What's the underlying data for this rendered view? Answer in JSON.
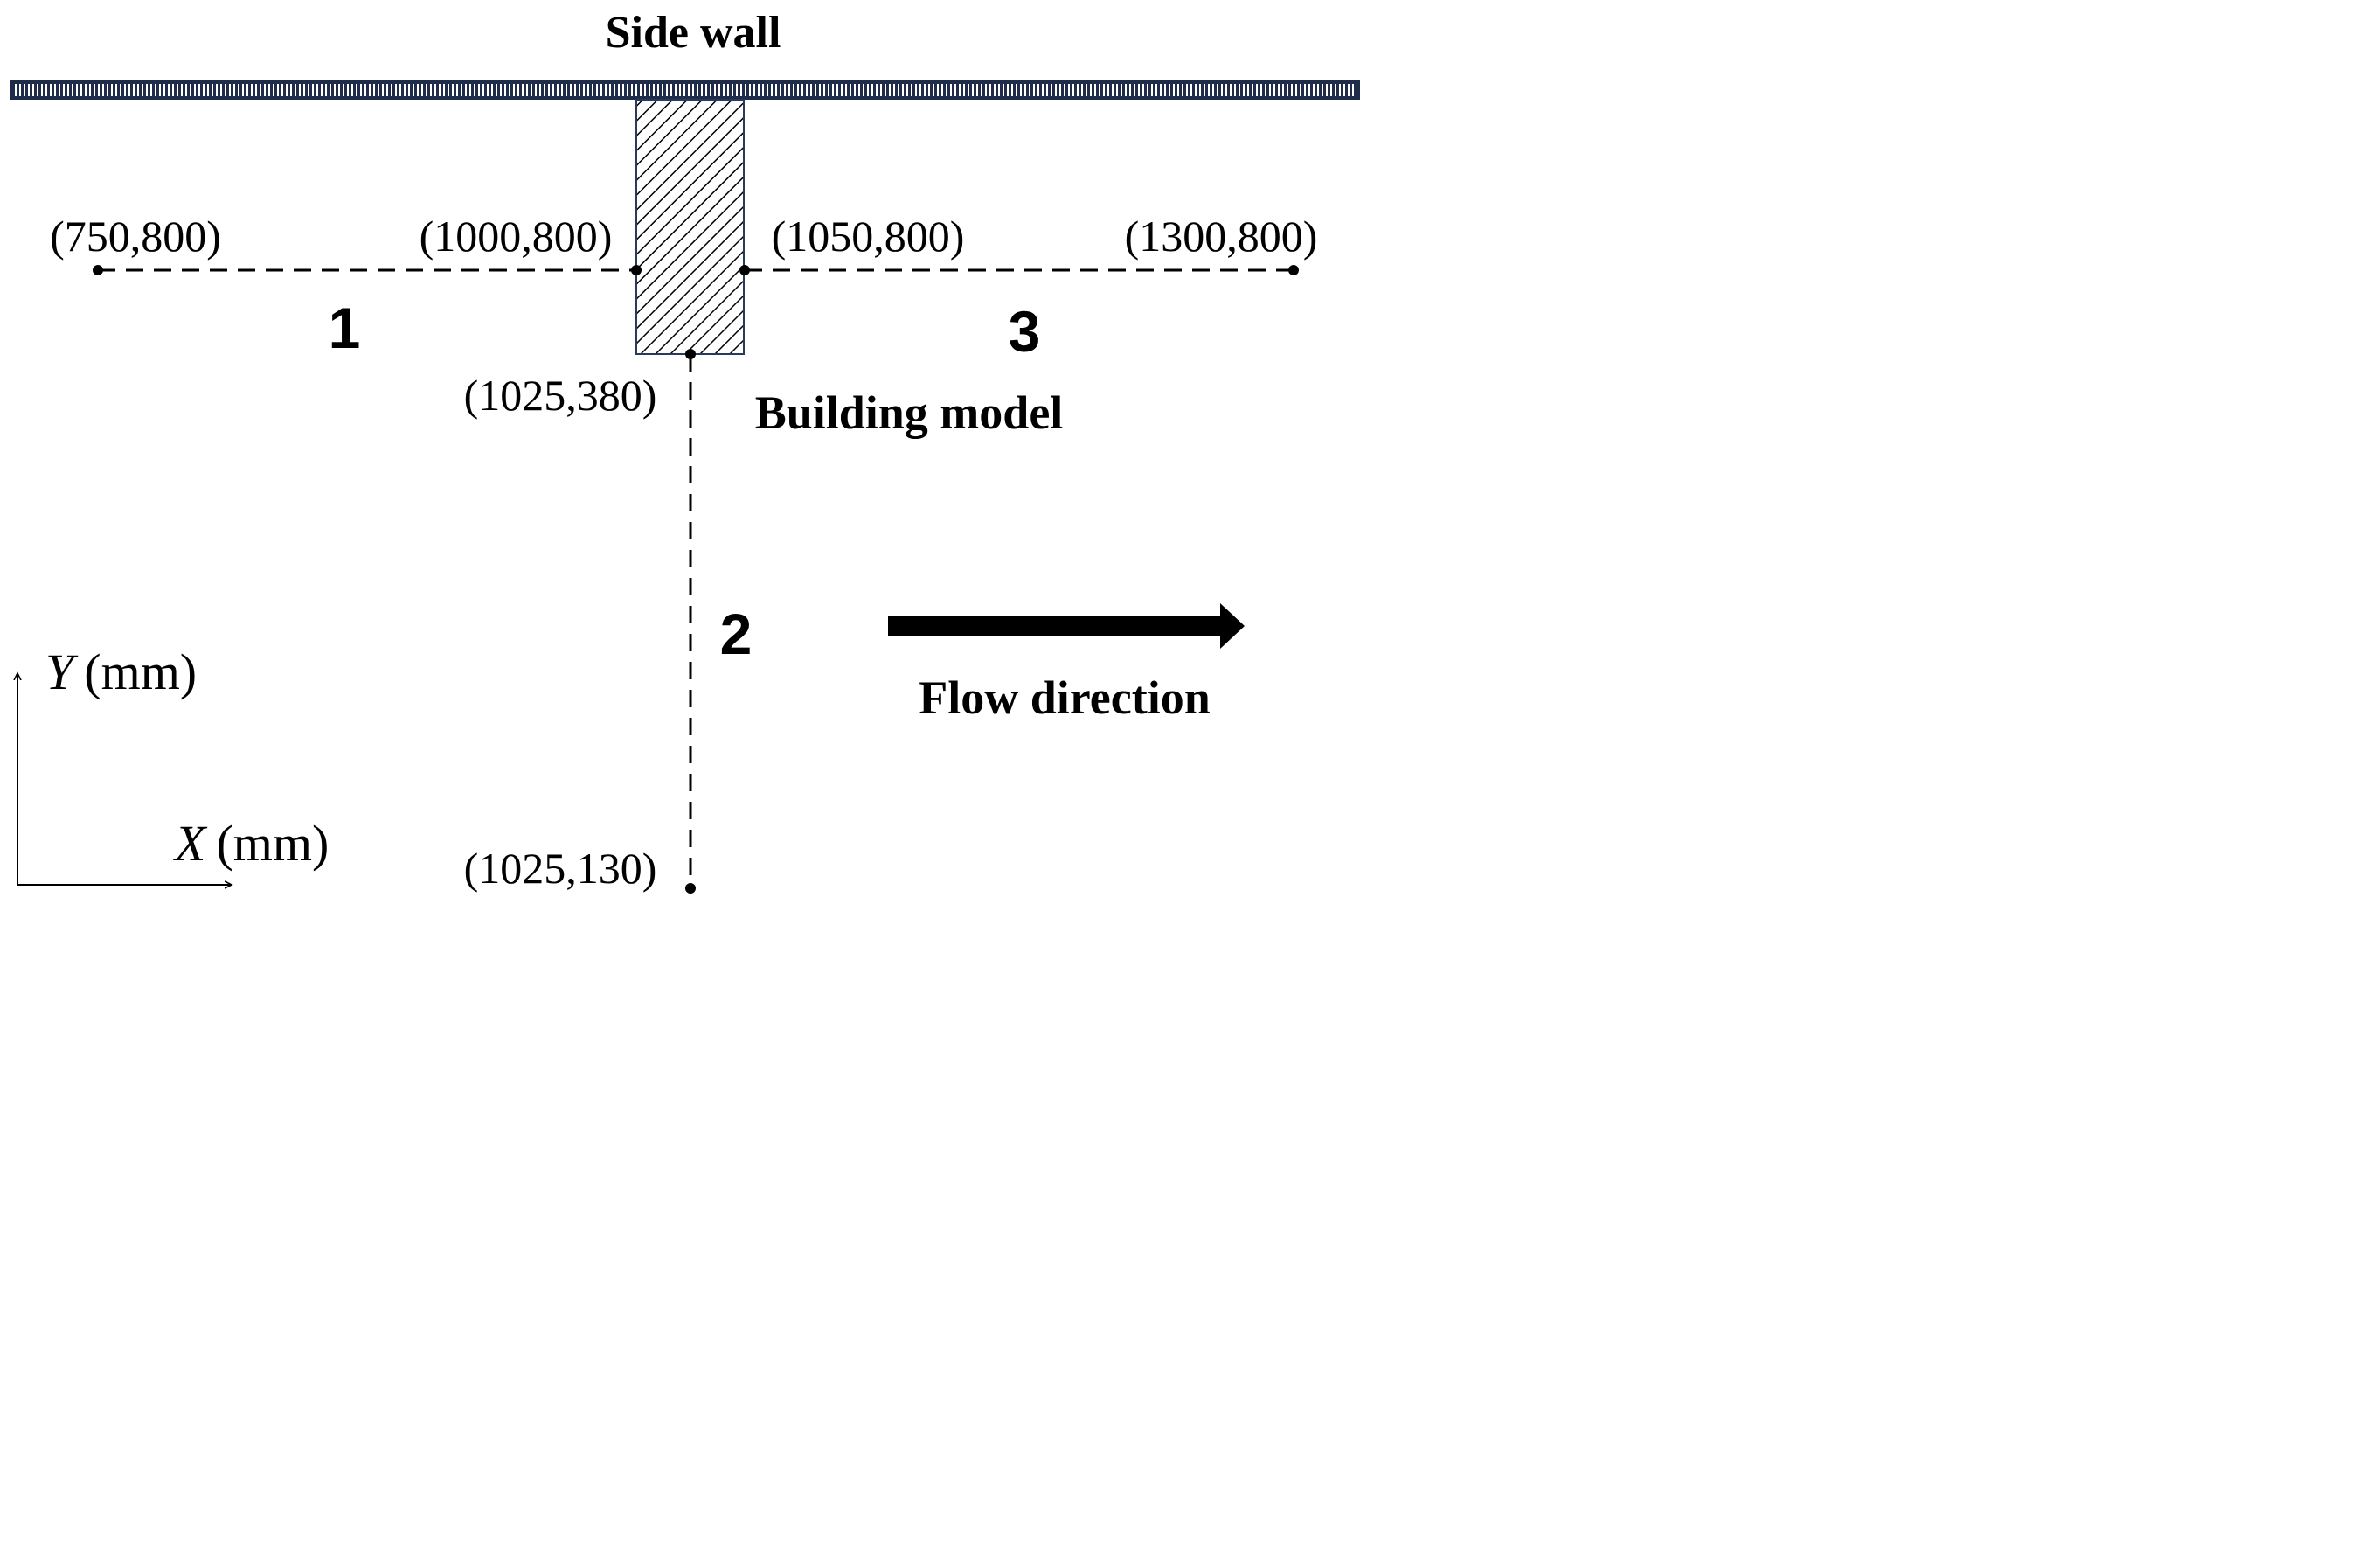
{
  "title": "Side wall",
  "building_label": "Building model",
  "flow_label": "Flow direction",
  "axes": {
    "y_var": "Y",
    "y_unit": "(mm)",
    "x_var": "X",
    "x_unit": "(mm)"
  },
  "points": {
    "line1_start": "(750,800)",
    "line1_end": "(1000,800)",
    "line3_start": "(1050,800)",
    "line3_end": "(1300,800)",
    "line2_top": "(1025,380)",
    "line2_bottom": "(1025,130)"
  },
  "lines": {
    "line1": "1",
    "line2": "2",
    "line3": "3"
  },
  "colors": {
    "wall_fill": "#1f2d4a",
    "wall_stripe": "#ffffff",
    "building_border": "#2a3a5c",
    "ink": "#000000"
  }
}
